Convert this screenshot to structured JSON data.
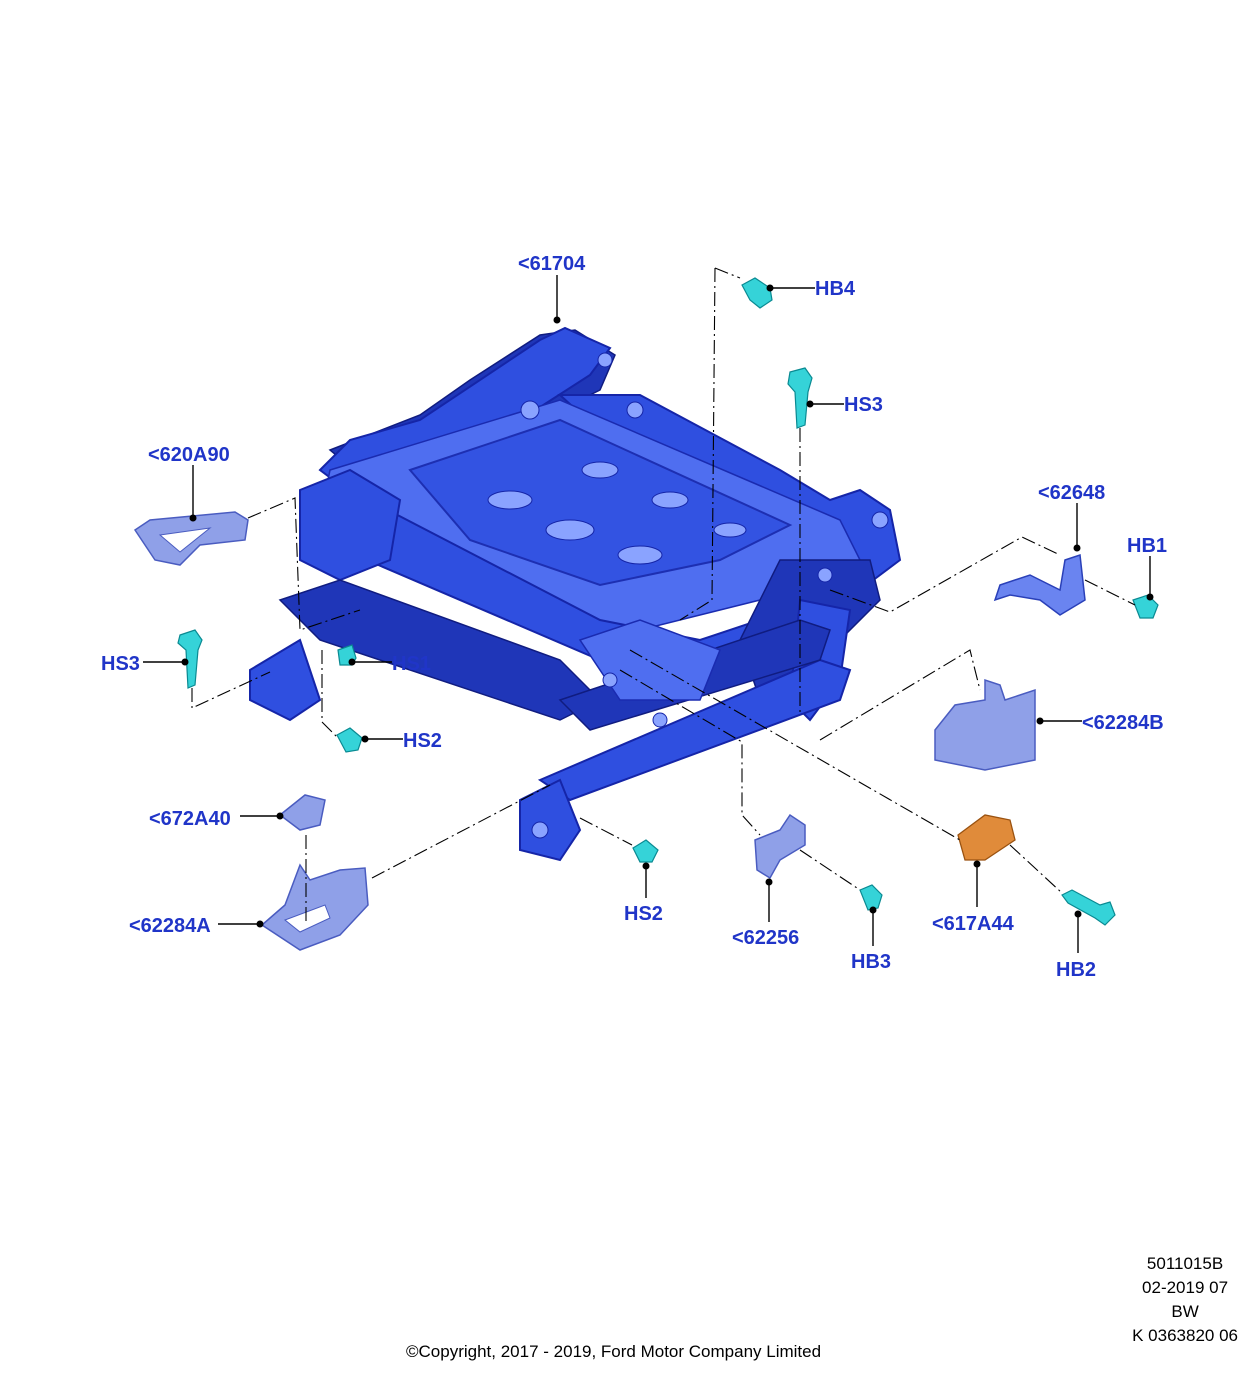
{
  "labels": {
    "p61704": "<61704",
    "hb4": "HB4",
    "hs3_top": "HS3",
    "p620a90": "<620A90",
    "p62648": "<62648",
    "hb1": "HB1",
    "hs3_left": "HS3",
    "hs1": "HS1",
    "hs2_left": "HS2",
    "p62284b": "<62284B",
    "p672a40": "<672A40",
    "p62284a": "<62284A",
    "hs2_bottom": "HS2",
    "p62256": "<62256",
    "hb3": "HB3",
    "p617a44": "<617A44",
    "hb2": "HB2"
  },
  "meta": {
    "code": "5011015B",
    "date": "02-2019 07",
    "initials": "BW",
    "ref": "K 0363820 06"
  },
  "copyright": "©Copyright, 2017 - 2019, Ford Motor Company Limited",
  "colors": {
    "label": "#2035c8",
    "frame": "#2f4fe0",
    "fastener": "#35d3d8",
    "highlight_part": "#e08b3a"
  }
}
